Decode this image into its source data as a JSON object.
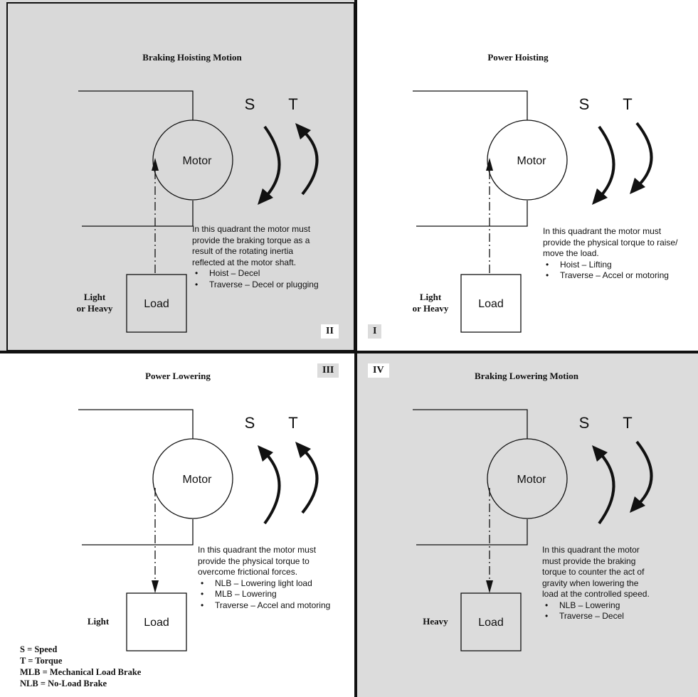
{
  "quadrants": {
    "q2": {
      "roman": "II",
      "title": "Braking Hoisting Motion",
      "speed_letter": "S",
      "torque_letter": "T",
      "motor_label": "Motor",
      "load_label": "Load",
      "load_weight": [
        "Light",
        "or Heavy"
      ],
      "description": [
        "In this quadrant the motor must",
        "provide the braking torque as a",
        "result of the rotating inertia",
        "reflected at the motor shaft."
      ],
      "bullets": [
        "Hoist – Decel",
        "Traverse – Decel or plugging"
      ],
      "background": "#d9d9d9"
    },
    "q1": {
      "roman": "I",
      "title": "Power Hoisting",
      "speed_letter": "S",
      "torque_letter": "T",
      "motor_label": "Motor",
      "load_label": "Load",
      "load_weight": [
        "Light",
        "or Heavy"
      ],
      "description": [
        "In this quadrant the motor must",
        "provide the physical torque to raise/",
        "move the load."
      ],
      "bullets": [
        "Hoist – Lifting",
        "Traverse – Accel or motoring"
      ],
      "background": "#ffffff"
    },
    "q3": {
      "roman": "III",
      "title": "Power Lowering",
      "speed_letter": "S",
      "torque_letter": "T",
      "motor_label": "Motor",
      "load_label": "Load",
      "load_weight": [
        "Light"
      ],
      "description": [
        "In this quadrant the motor must",
        "provide the physical torque to",
        "overcome frictional forces."
      ],
      "bullets": [
        "NLB – Lowering light load",
        "MLB – Lowering",
        "Traverse – Accel and motoring"
      ],
      "background": "#ffffff"
    },
    "q4": {
      "roman": "IV",
      "title": "Braking Lowering Motion",
      "speed_letter": "S",
      "torque_letter": "T",
      "motor_label": "Motor",
      "load_label": "Load",
      "load_weight": [
        "Heavy"
      ],
      "description": [
        "In this quadrant the motor",
        "must provide the braking",
        "torque to counter the act of",
        "gravity when lowering the",
        "load at the controlled speed."
      ],
      "bullets": [
        "NLB – Lowering",
        "Traverse – Decel"
      ],
      "background": "#dcdcdc"
    }
  },
  "legend": [
    "S = Speed",
    "T = Torque",
    "MLB = Mechanical Load Brake",
    "NLB = No-Load Brake"
  ]
}
